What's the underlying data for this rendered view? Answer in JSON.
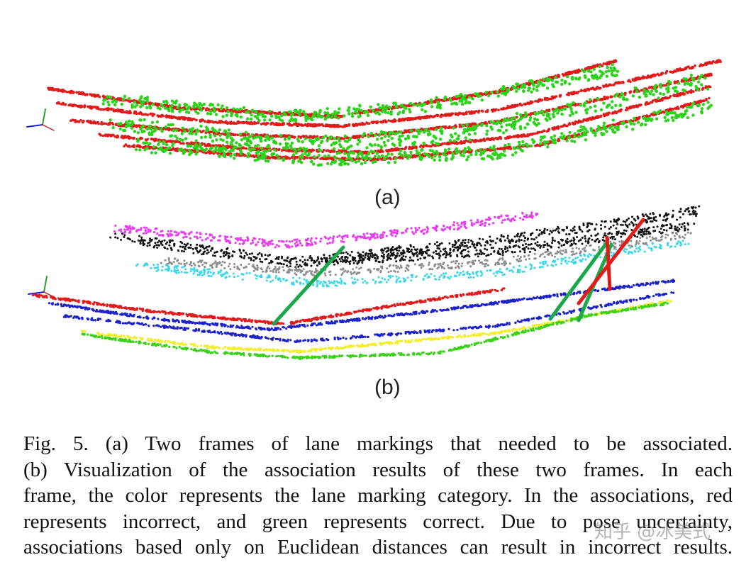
{
  "figure": {
    "panel_a_label": "(a)",
    "panel_b_label": "(b)",
    "colors": {
      "red": "#e01b1b",
      "green": "#2bd31b",
      "magenta": "#e83cf0",
      "black": "#111111",
      "gray": "#8c8c8c",
      "cyan": "#39d8e8",
      "blue": "#1d22c8",
      "yellow": "#f2ee2a",
      "lime": "#3bd11a",
      "assoc_green": "#1aa84a",
      "assoc_red": "#e21a1a"
    }
  },
  "caption": {
    "lines": [
      "Fig. 5.    (a) Two frames of lane markings that needed to be associated.",
      "(b) Visualization of the association results of these two frames. In each",
      "frame, the color represents the lane marking category. In the associations, red",
      "represents incorrect, and green represents correct. Due to pose uncertainty,",
      "associations based only on Euclidean distances can result in incorrect results."
    ]
  },
  "watermark": "知乎 @冰美式"
}
